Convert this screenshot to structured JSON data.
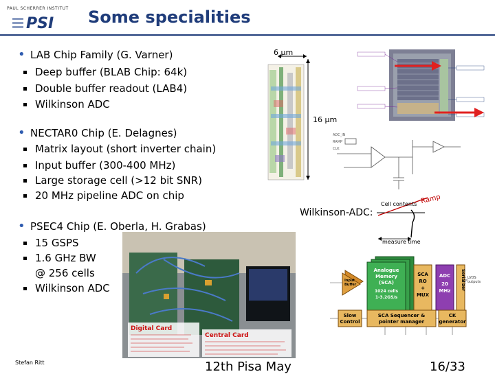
{
  "header": {
    "logo_top_text": "PAUL SCHERRER INSTITUT",
    "logo_text": "PSI",
    "title": "Some specialities"
  },
  "bullets": [
    {
      "main": "LAB Chip Family (G. Varner)",
      "subs": [
        "Deep buffer (BLAB Chip: 64k)",
        "Double buffer readout (LAB4)",
        "Wilkinson ADC"
      ]
    },
    {
      "main": "NECTAR0 Chip (E. Delagnes)",
      "subs": [
        "Matrix layout (short inverter chain)",
        "Input buffer (300-400 MHz)",
        "Large storage cell (>12 bit SNR)",
        "20 MHz pipeline ADC on chip"
      ]
    },
    {
      "main": "PSEC4 Chip (E. Oberla, H. Grabas)",
      "subs": [
        "15 GSPS",
        "1.6 GHz BW",
        "@ 256 cells",
        "Wilkinson ADC"
      ]
    }
  ],
  "annotations": {
    "width_label": "6 µm",
    "height_label": "16 µm",
    "wilkinson_label": "Wilkinson-ADC:",
    "cell_contents": "Cell contents",
    "ramp": "Ramp",
    "measure_time": "measure time"
  },
  "block_diagram": {
    "analogue_memory": [
      "Analogue",
      "Memory",
      "(SCA)",
      "1024 cells",
      "1-3.2GS/s"
    ],
    "input_buffer": [
      "Input",
      "Buffer"
    ],
    "sca_ro_mux": [
      "SCA",
      "RO",
      "+",
      "MUX"
    ],
    "adc": [
      "ADC",
      "20",
      "MHz"
    ],
    "serializer": "Serializer",
    "lvds": [
      "LVDS",
      "outputs"
    ],
    "slow_control": [
      "Slow",
      "Control"
    ],
    "sequencer": [
      "SCA Sequencer &",
      "pointer manager"
    ],
    "clk": [
      "CK",
      "generator"
    ]
  },
  "photo": {
    "digital_card_title": "Digital Card",
    "central_card_title": "Central Card"
  },
  "footer": {
    "author": "Stefan Ritt",
    "center": "12th Pisa May",
    "page": "16/33"
  },
  "colors": {
    "title": "#1f3c7a",
    "bullet": "#2f5cb0",
    "arrow_red": "#e02020",
    "adc_purple": "#7a2a9a",
    "card_red": "#cc1111"
  }
}
